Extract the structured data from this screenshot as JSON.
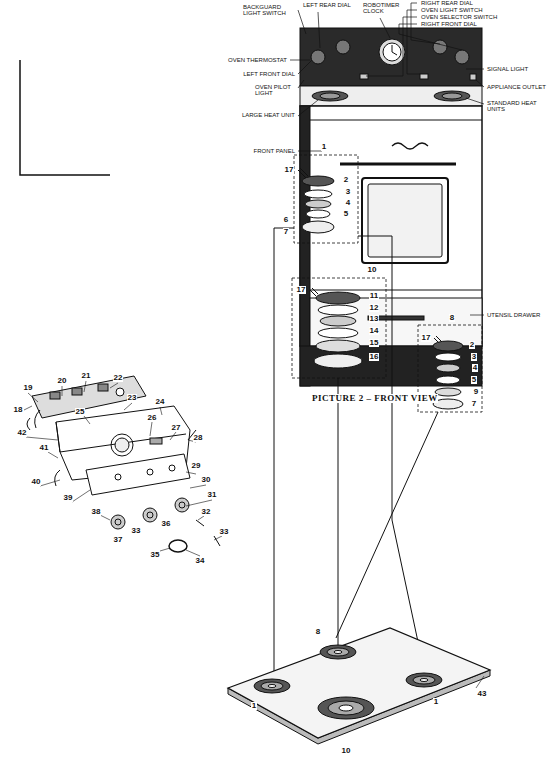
{
  "diagram": {
    "caption": "PICTURE 2 – FRONT VIEW",
    "labels": [
      "BACKGUARD LIGHT SWITCH",
      "LEFT REAR DIAL",
      "ROBOTIMER CLOCK",
      "RIGHT REAR DIAL",
      "OVEN LIGHT SWITCH",
      "OVEN SELECTOR SWITCH",
      "RIGHT FRONT DIAL",
      "OVEN THERMOSTAT",
      "LEFT FRONT DIAL",
      "SIGNAL LIGHT",
      "OVEN PILOT LIGHT",
      "APPLIANCE OUTLET",
      "LARGE HEAT UNIT",
      "STANDARD HEAT UNITS",
      "FRONT PANEL",
      "UTENSIL DRAWER",
      "19",
      "20",
      "21",
      "22",
      "18",
      "23",
      "24",
      "25",
      "26",
      "42",
      "27",
      "41",
      "28",
      "40",
      "29",
      "39",
      "30",
      "38",
      "31",
      "37",
      "33",
      "36",
      "32",
      "35",
      "33",
      "34",
      "1",
      "17",
      "2",
      "3",
      "4",
      "5",
      "6",
      "7",
      "10",
      "17",
      "11",
      "12",
      "13",
      "14",
      "15",
      "16",
      "8",
      "17",
      "2",
      "3",
      "4",
      "5",
      "9",
      "7",
      "8",
      "43",
      "1",
      "1",
      "10"
    ]
  }
}
